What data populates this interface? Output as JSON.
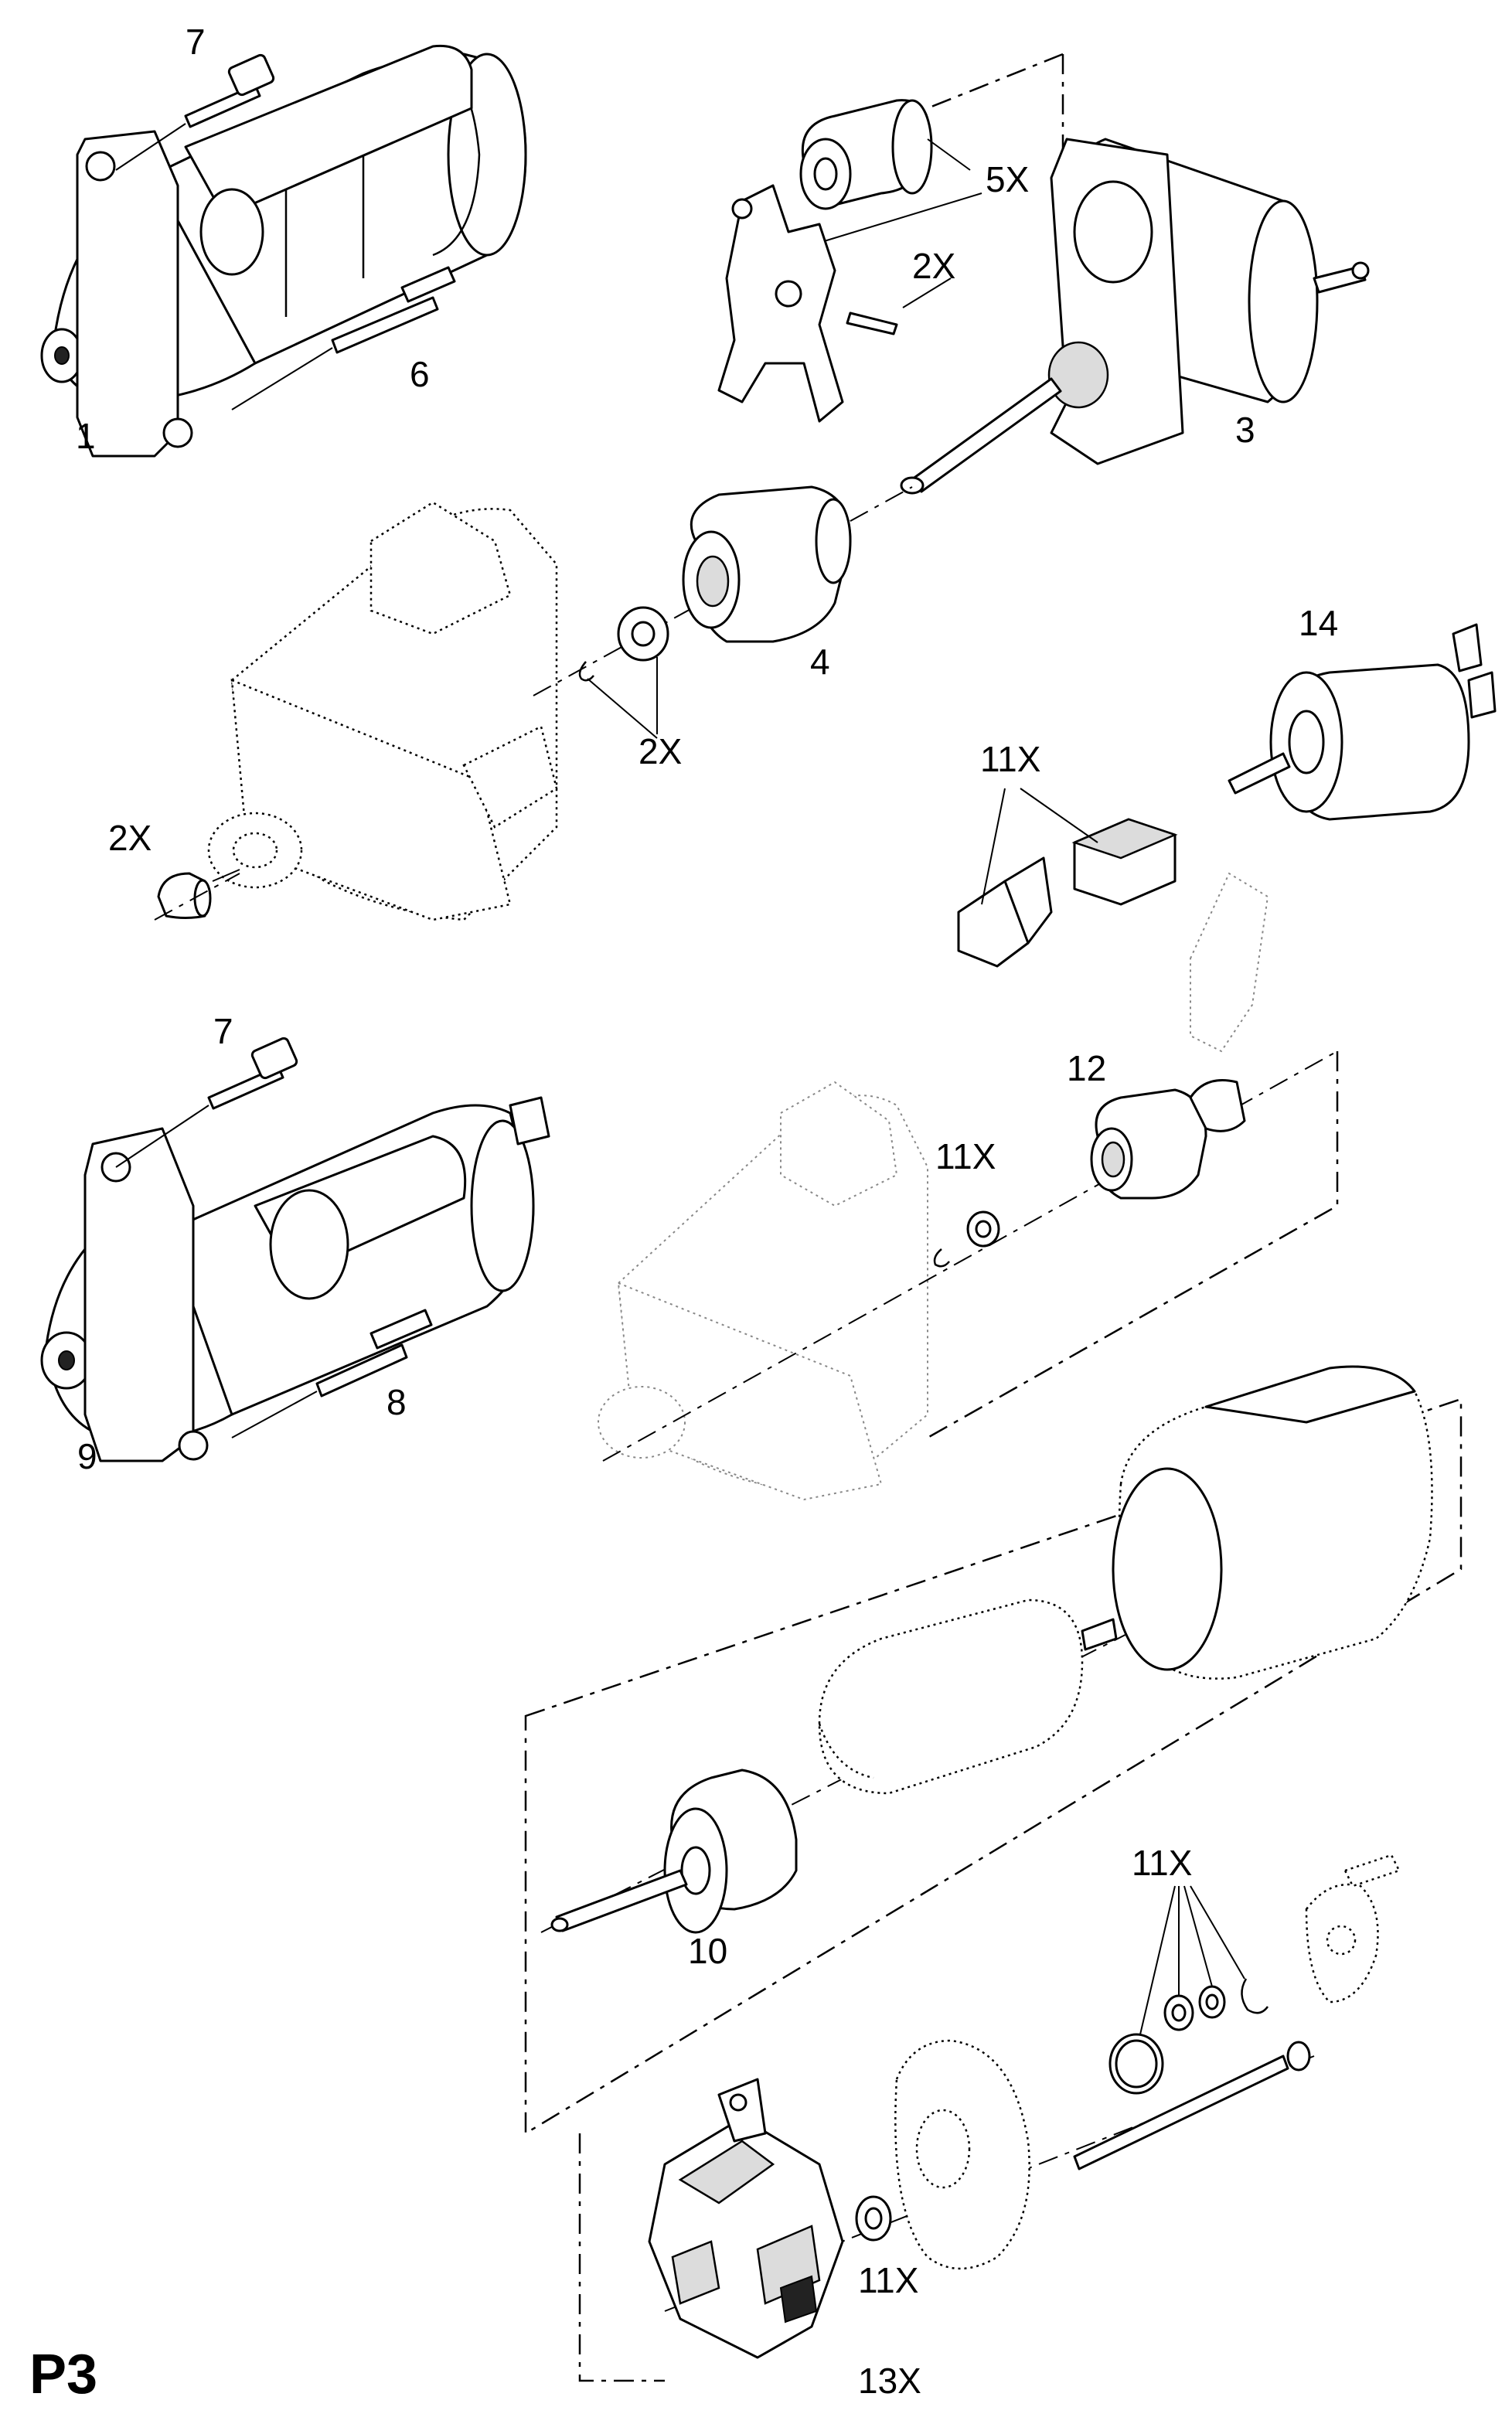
{
  "page_code": "P3",
  "callouts": {
    "c1": "1",
    "c2x_top": "2X",
    "c2x_mid": "2X",
    "c2x_left": "2X",
    "c3": "3",
    "c4": "4",
    "c5x": "5X",
    "c6": "6",
    "c7_top": "7",
    "c7_mid": "7",
    "c8": "8",
    "c9": "9",
    "c10": "10",
    "c11x_a": "11X",
    "c11x_b": "11X",
    "c11x_c": "11X",
    "c11x_d": "11X",
    "c12": "12",
    "c13x": "13X",
    "c14": "14"
  }
}
